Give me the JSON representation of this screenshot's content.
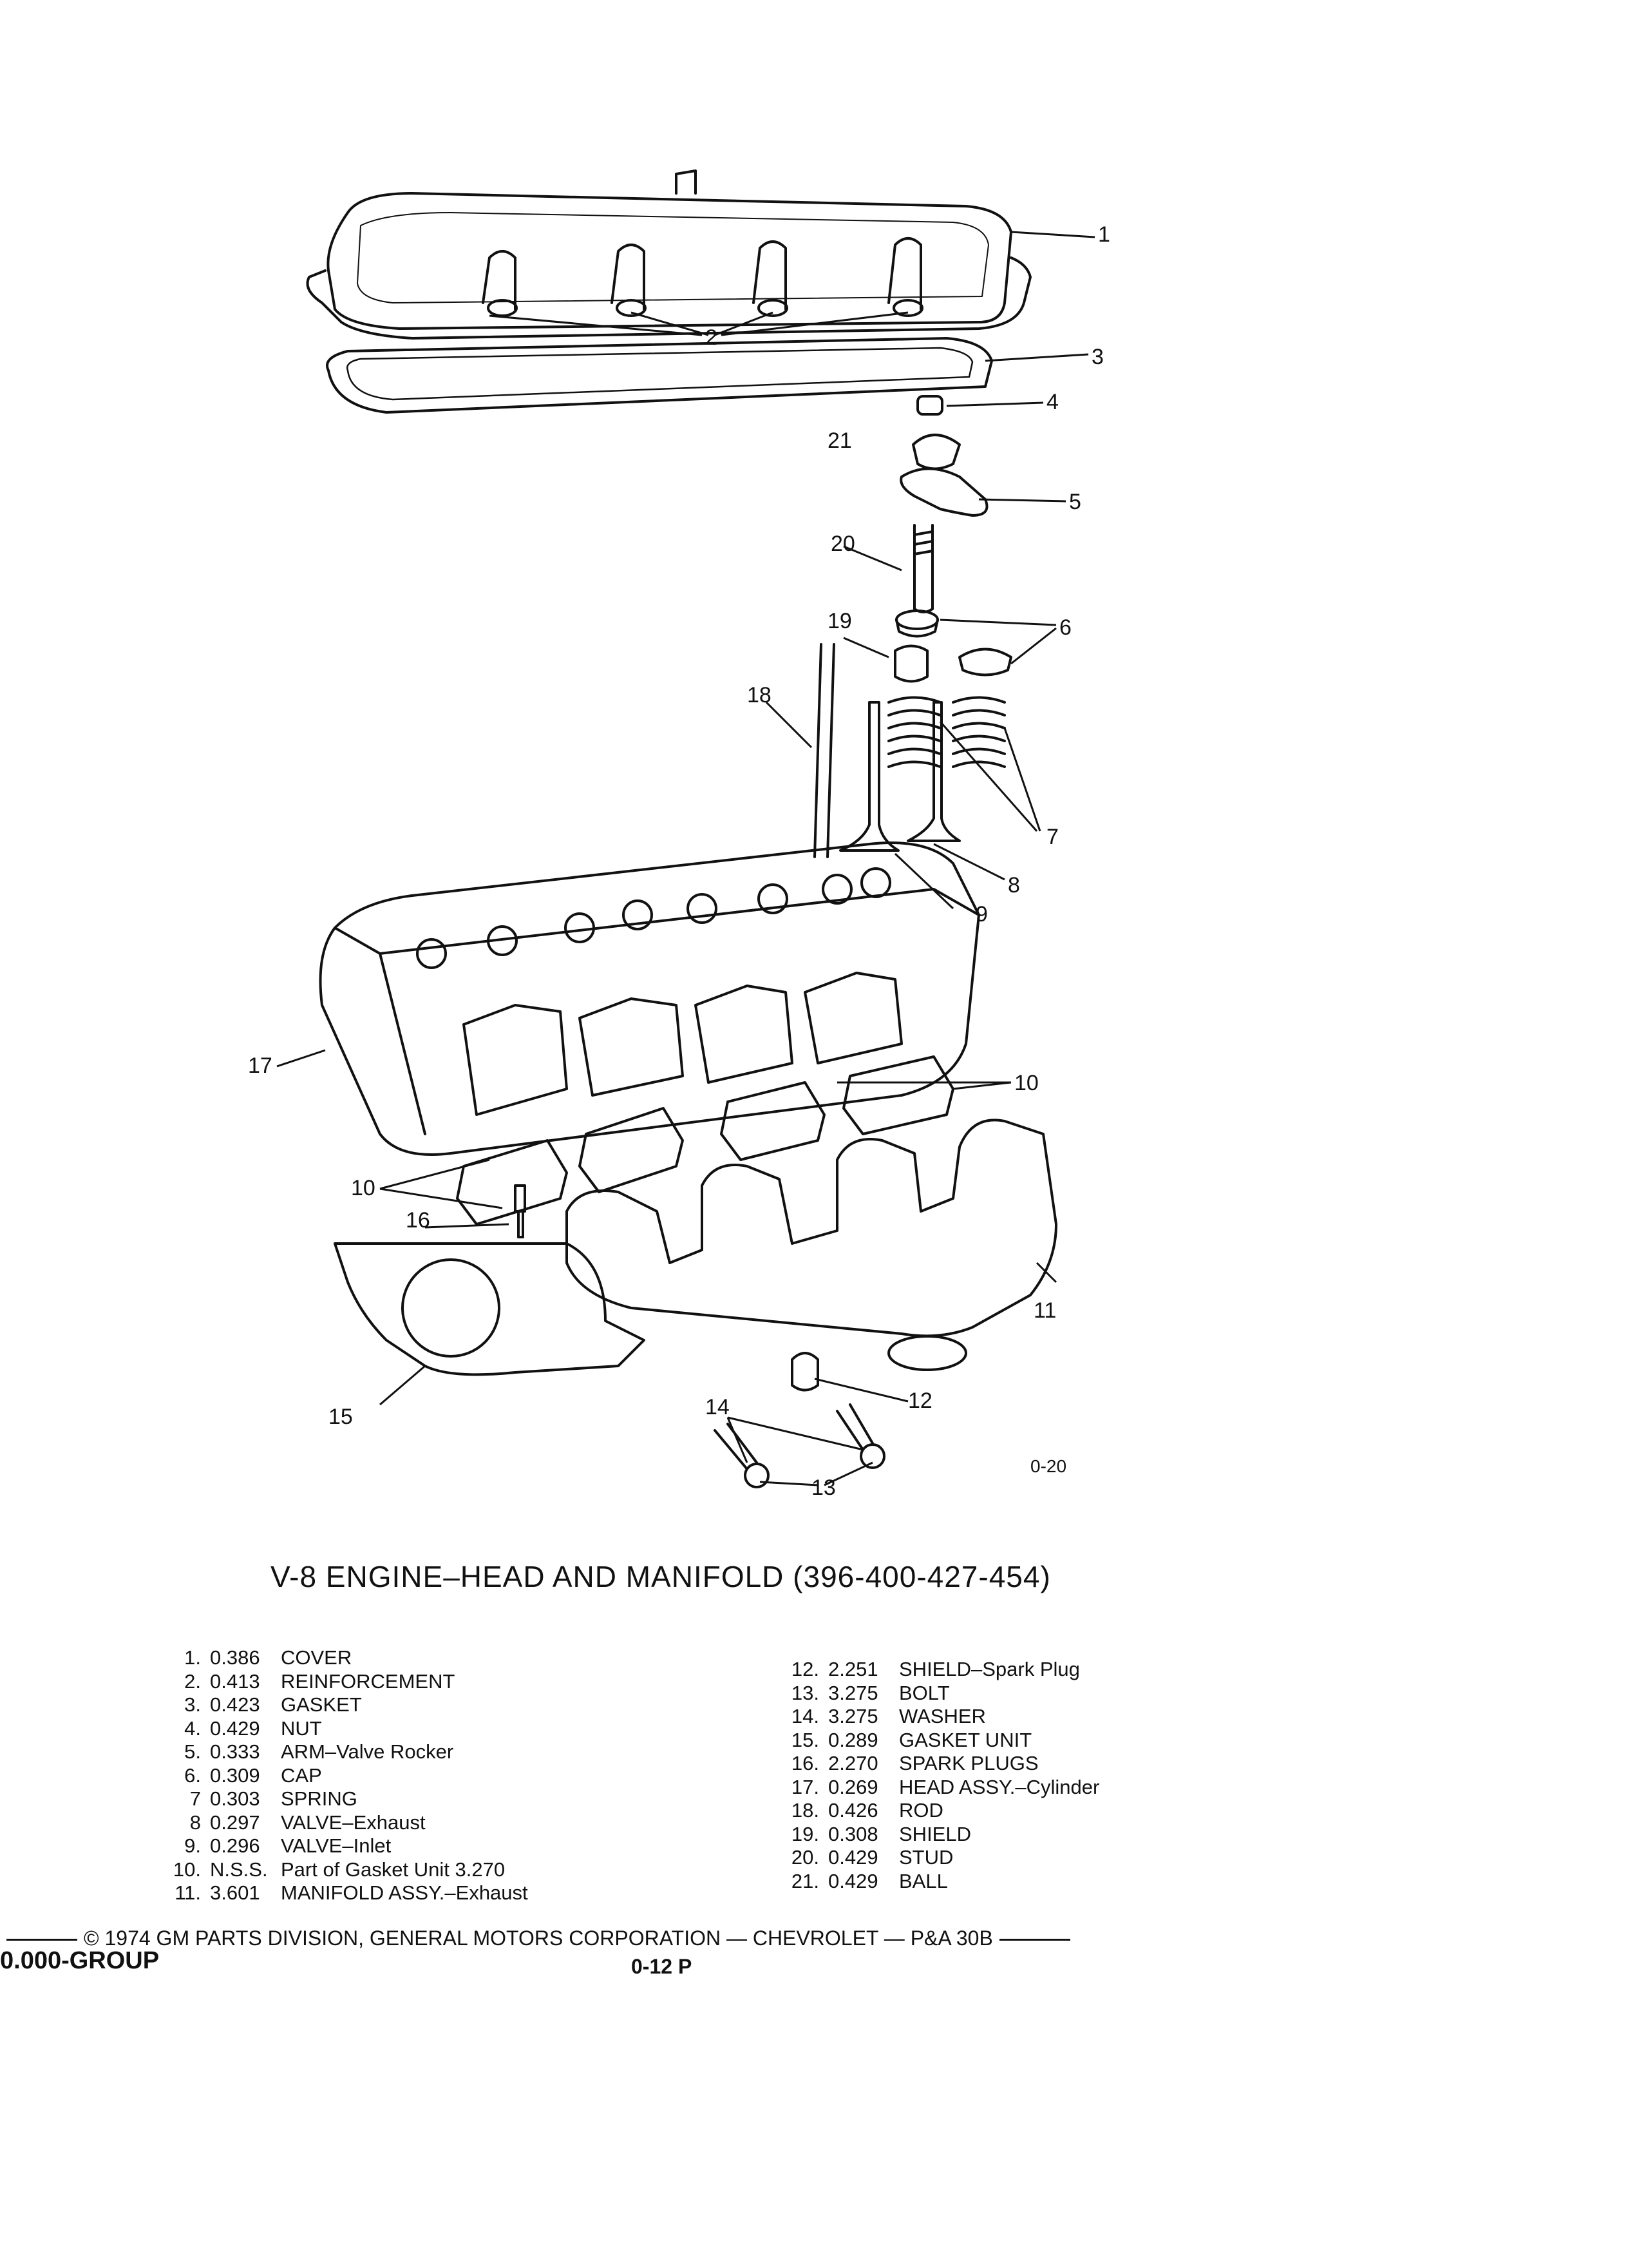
{
  "figure_code": "0-20",
  "title": "V-8 ENGINE–HEAD AND MANIFOLD (396-400-427-454)",
  "callouts": [
    "1",
    "2",
    "3",
    "4",
    "5",
    "6",
    "7",
    "8",
    "9",
    "10",
    "10",
    "11",
    "12",
    "13",
    "14",
    "15",
    "16",
    "17",
    "18",
    "19",
    "20",
    "21"
  ],
  "parts_left": [
    {
      "num": "1.",
      "code": "0.386",
      "desc": "COVER"
    },
    {
      "num": "2.",
      "code": "0.413",
      "desc": "REINFORCEMENT"
    },
    {
      "num": "3.",
      "code": "0.423",
      "desc": "GASKET"
    },
    {
      "num": "4.",
      "code": "0.429",
      "desc": "NUT"
    },
    {
      "num": "5.",
      "code": "0.333",
      "desc": "ARM–Valve Rocker"
    },
    {
      "num": "6.",
      "code": "0.309",
      "desc": "CAP"
    },
    {
      "num": "7",
      "code": "0.303",
      "desc": "SPRING"
    },
    {
      "num": "8",
      "code": "0.297",
      "desc": "VALVE–Exhaust"
    },
    {
      "num": "9.",
      "code": "0.296",
      "desc": "VALVE–Inlet"
    },
    {
      "num": "10.",
      "code": "N.S.S.",
      "desc": "Part of Gasket Unit 3.270"
    },
    {
      "num": "11.",
      "code": "3.601",
      "desc": "MANIFOLD ASSY.–Exhaust"
    }
  ],
  "parts_right": [
    {
      "num": "12.",
      "code": "2.251",
      "desc": "SHIELD–Spark Plug"
    },
    {
      "num": "13.",
      "code": "3.275",
      "desc": "BOLT"
    },
    {
      "num": "14.",
      "code": "3.275",
      "desc": "WASHER"
    },
    {
      "num": "15.",
      "code": "0.289",
      "desc": "GASKET UNIT"
    },
    {
      "num": "16.",
      "code": "2.270",
      "desc": "SPARK PLUGS"
    },
    {
      "num": "17.",
      "code": "0.269",
      "desc": "HEAD ASSY.–Cylinder"
    },
    {
      "num": "18.",
      "code": "0.426",
      "desc": "ROD"
    },
    {
      "num": "19.",
      "code": "0.308",
      "desc": "SHIELD"
    },
    {
      "num": "20.",
      "code": "0.429",
      "desc": "STUD"
    },
    {
      "num": "21.",
      "code": "0.429",
      "desc": "BALL"
    }
  ],
  "footer": "© 1974 GM PARTS DIVISION, GENERAL MOTORS CORPORATION — CHEVROLET — P&A 30B",
  "group": "0.000-GROUP",
  "page_number": "0-12 P"
}
